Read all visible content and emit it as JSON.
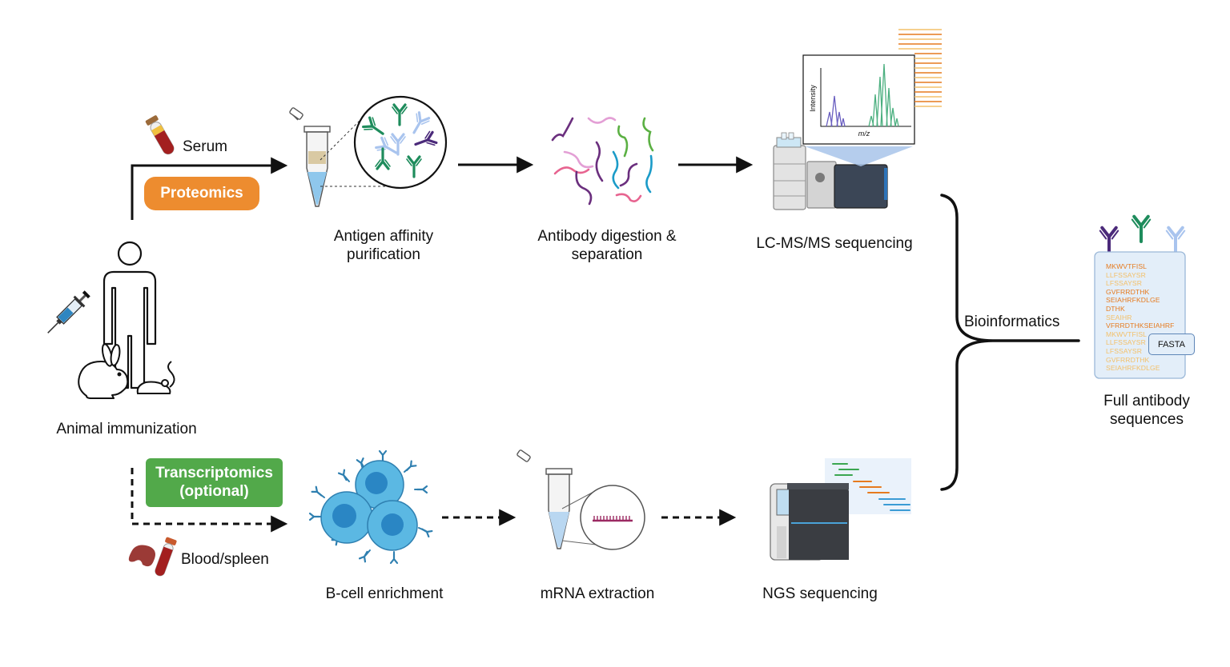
{
  "labels": {
    "animal_immunization": "Animal immunization",
    "serum": "Serum",
    "blood_spleen": "Blood/spleen",
    "antigen_affinity_1": "Antigen affinity",
    "antigen_affinity_2": "purification",
    "digestion_1": "Antibody digestion &",
    "digestion_2": "separation",
    "lcms": "LC-MS/MS sequencing",
    "bcell": "B-cell enrichment",
    "mrna": "mRNA extraction",
    "ngs": "NGS sequencing",
    "bioinformatics": "Bioinformatics",
    "full_1": "Full antibody",
    "full_2": "sequences"
  },
  "badges": {
    "proteomics": "Proteomics",
    "transcriptomics_1": "Transcriptomics",
    "transcriptomics_2": "(optional)"
  },
  "spectrum": {
    "y_label": "Intensity",
    "x_label": "m/z"
  },
  "fasta": {
    "tag": "FASTA",
    "sequences": [
      {
        "text": "MKWVTFISL",
        "tone": "dark"
      },
      {
        "text": "LLFSSAYSR",
        "tone": "light"
      },
      {
        "text": "LFSSAYSR",
        "tone": "light"
      },
      {
        "text": "GVFRRDTHK",
        "tone": "dark"
      },
      {
        "text": "SEIAHRFKDLGE",
        "tone": "dark"
      },
      {
        "text": "DTHK",
        "tone": "dark"
      },
      {
        "text": "SEAIHR",
        "tone": "light"
      },
      {
        "text": "VFRRDTHKSEIAHRF",
        "tone": "dark"
      },
      {
        "text": "MKWVTFISL",
        "tone": "light"
      },
      {
        "text": "LLFSSAYSR",
        "tone": "light"
      },
      {
        "text": "LFSSAYSR",
        "tone": "light"
      },
      {
        "text": "GVFRRDTHK",
        "tone": "light"
      },
      {
        "text": "SEIAHRFKDLGE",
        "tone": "light"
      }
    ]
  },
  "colors": {
    "proteomics": "#ED8C2F",
    "transcriptomics": "#52A94A",
    "cell": "#5BB8E3",
    "cell_nucleus": "#2A86C4",
    "antibody_purple": "#4B2A7A",
    "antibody_green": "#1E8C5C",
    "antibody_lightblue": "#A9C4EE",
    "seq_dark": "#E67A1E",
    "seq_light": "#F3C06A",
    "arrow": "#111111"
  }
}
